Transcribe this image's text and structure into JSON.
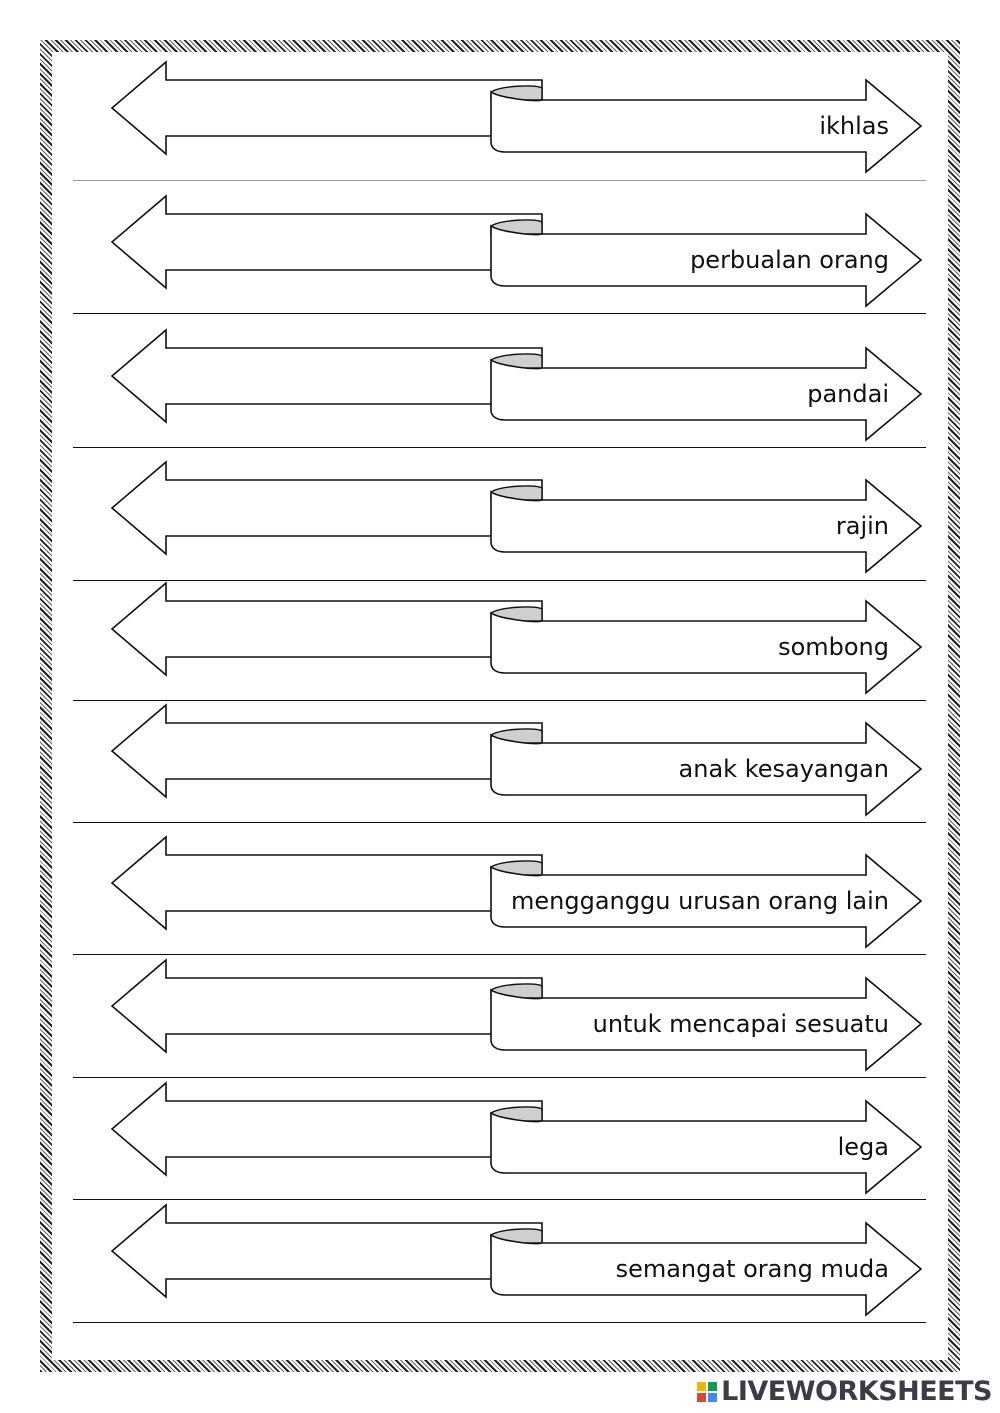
{
  "worksheet": {
    "rows": [
      {
        "label": "ikhlas"
      },
      {
        "label": "perbualan orang"
      },
      {
        "label": "pandai"
      },
      {
        "label": "rajin"
      },
      {
        "label": "sombong"
      },
      {
        "label": "anak kesayangan"
      },
      {
        "label": "mengganggu urusan orang lain"
      },
      {
        "label": "untuk mencapai sesuatu"
      },
      {
        "label": "lega"
      },
      {
        "label": "semangat orang muda"
      }
    ]
  },
  "brand": {
    "name": "LIVEWORKSHEETS",
    "colors": [
      "#f4b400",
      "#0f9d58",
      "#db4437",
      "#4285f4"
    ]
  }
}
